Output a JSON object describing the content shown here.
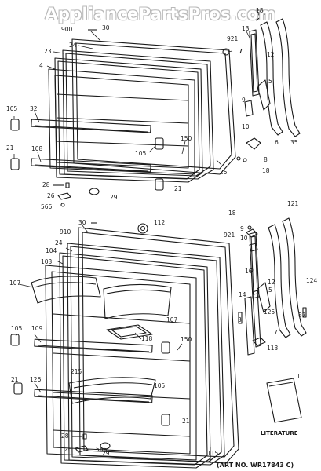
{
  "watermark": "AppliancePartsPros.com",
  "art_number": "(ART NO. WR17843 C)",
  "literature_label": "LITERATURE",
  "callouts": {
    "c18a": "18",
    "c900": "900",
    "c30a": "30",
    "c24a": "24",
    "c23": "23",
    "c4": "4",
    "c921a": "921",
    "c13": "13",
    "c12a": "12",
    "c5a": "5",
    "c9": "9",
    "c10": "10",
    "c8": "8",
    "c18b": "18",
    "c6": "6",
    "c35": "35",
    "c105a": "105",
    "c32": "32",
    "c150a": "150",
    "c105b": "105",
    "c25": "25",
    "c21a": "21",
    "c108": "108",
    "c28a": "28",
    "c21b": "21",
    "c26a": "26",
    "c29a": "29",
    "c566a": "566",
    "c30b": "30",
    "c112": "112",
    "c910": "910",
    "c18c": "18",
    "c921b": "921",
    "c9b": "9",
    "c10b": "10",
    "c121": "121",
    "c24b": "24",
    "c104": "104",
    "c103": "103",
    "c107a": "107",
    "c16": "16",
    "c12b": "12",
    "c5b": "5",
    "c124": "124",
    "c14": "14",
    "c87": "87",
    "c107b": "107",
    "c118": "118",
    "c3": "3",
    "c125": "125",
    "c7": "7",
    "c105c": "105",
    "c109": "109",
    "c150b": "150",
    "c113": "113",
    "c215": "215",
    "c105d": "105",
    "c1": "1",
    "c21c": "21",
    "c126": "126",
    "c21d": "21",
    "c28b": "28",
    "c29b": "29",
    "c26b": "26",
    "c566b": "566",
    "c115": "115"
  }
}
